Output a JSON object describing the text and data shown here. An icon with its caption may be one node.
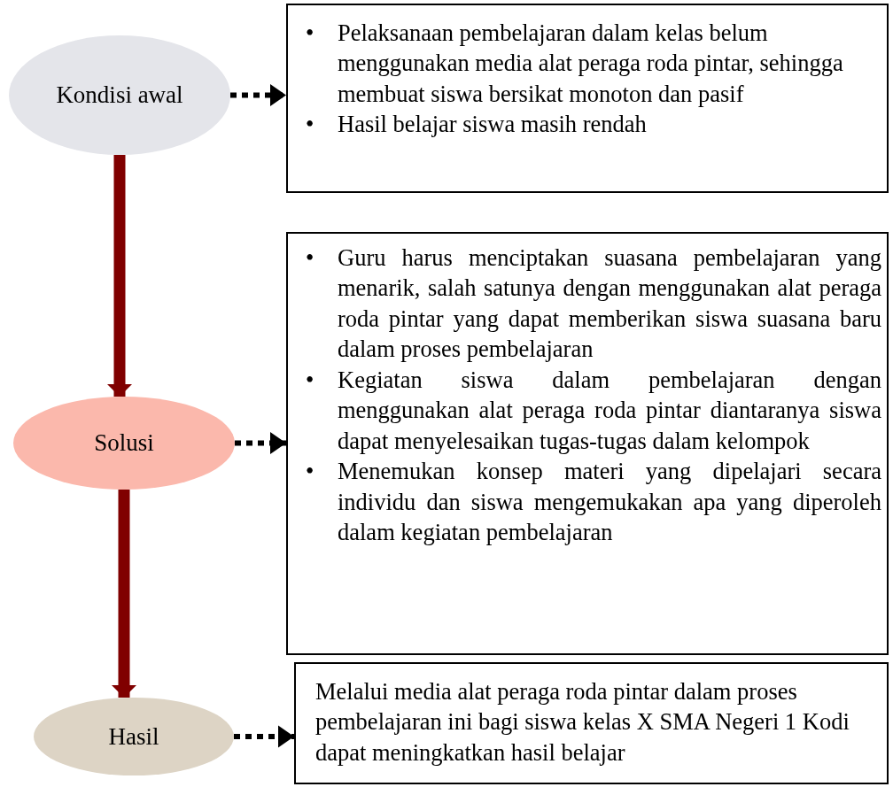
{
  "diagram": {
    "nodes": [
      {
        "text": [
          "Kondisi awal"
        ]
      },
      {
        "text": [
          "•",
          "Pelaksanaan pembelajaran dalam kelas belum menggunakan media alat peraga roda pintar, sehingga membuat siswa bersikat monoton dan pasif",
          "•",
          "Hasil belajar siswa masih rendah"
        ]
      },
      {
        "text": [
          "Solusi"
        ]
      },
      {
        "text": [
          "•",
          "Guru harus menciptakan suasana pembelajaran yang menarik, salah satunya dengan menggunakan alat peraga roda pintar yang dapat memberikan siswa suasana baru dalam proses pembelajaran",
          "•",
          "Kegiatan siswa dalam pembelajaran dengan menggunakan alat peraga roda pintar diantaranya siswa dapat menyelesaikan tugas-tugas dalam kelompok",
          "•",
          "Menemukan konsep materi yang dipelajari secara individu dan siswa mengemukakan apa yang diperoleh dalam kegiatan pembelajaran"
        ]
      },
      {
        "text": [
          "Hasil"
        ]
      },
      {
        "text": [
          "Melalui media alat peraga roda pintar dalam proses pembelajaran ini bagi siswa kelas X SMA Negeri 1 Kodi dapat meningkatkan hasil belajar"
        ]
      }
    ],
    "edges": [
      {
        "from": 0,
        "to": 1,
        "arrow": "to",
        "style": "dashed"
      },
      {
        "from": 0,
        "to": 2,
        "arrow": "to",
        "style": "thick",
        "color": "#800000"
      },
      {
        "from": 2,
        "to": 3,
        "arrow": "to",
        "style": "dashed"
      },
      {
        "from": 2,
        "to": 4,
        "arrow": "to",
        "style": "thick",
        "color": "#800000"
      },
      {
        "from": 4,
        "to": 5,
        "arrow": "to",
        "style": "dashed"
      }
    ]
  }
}
